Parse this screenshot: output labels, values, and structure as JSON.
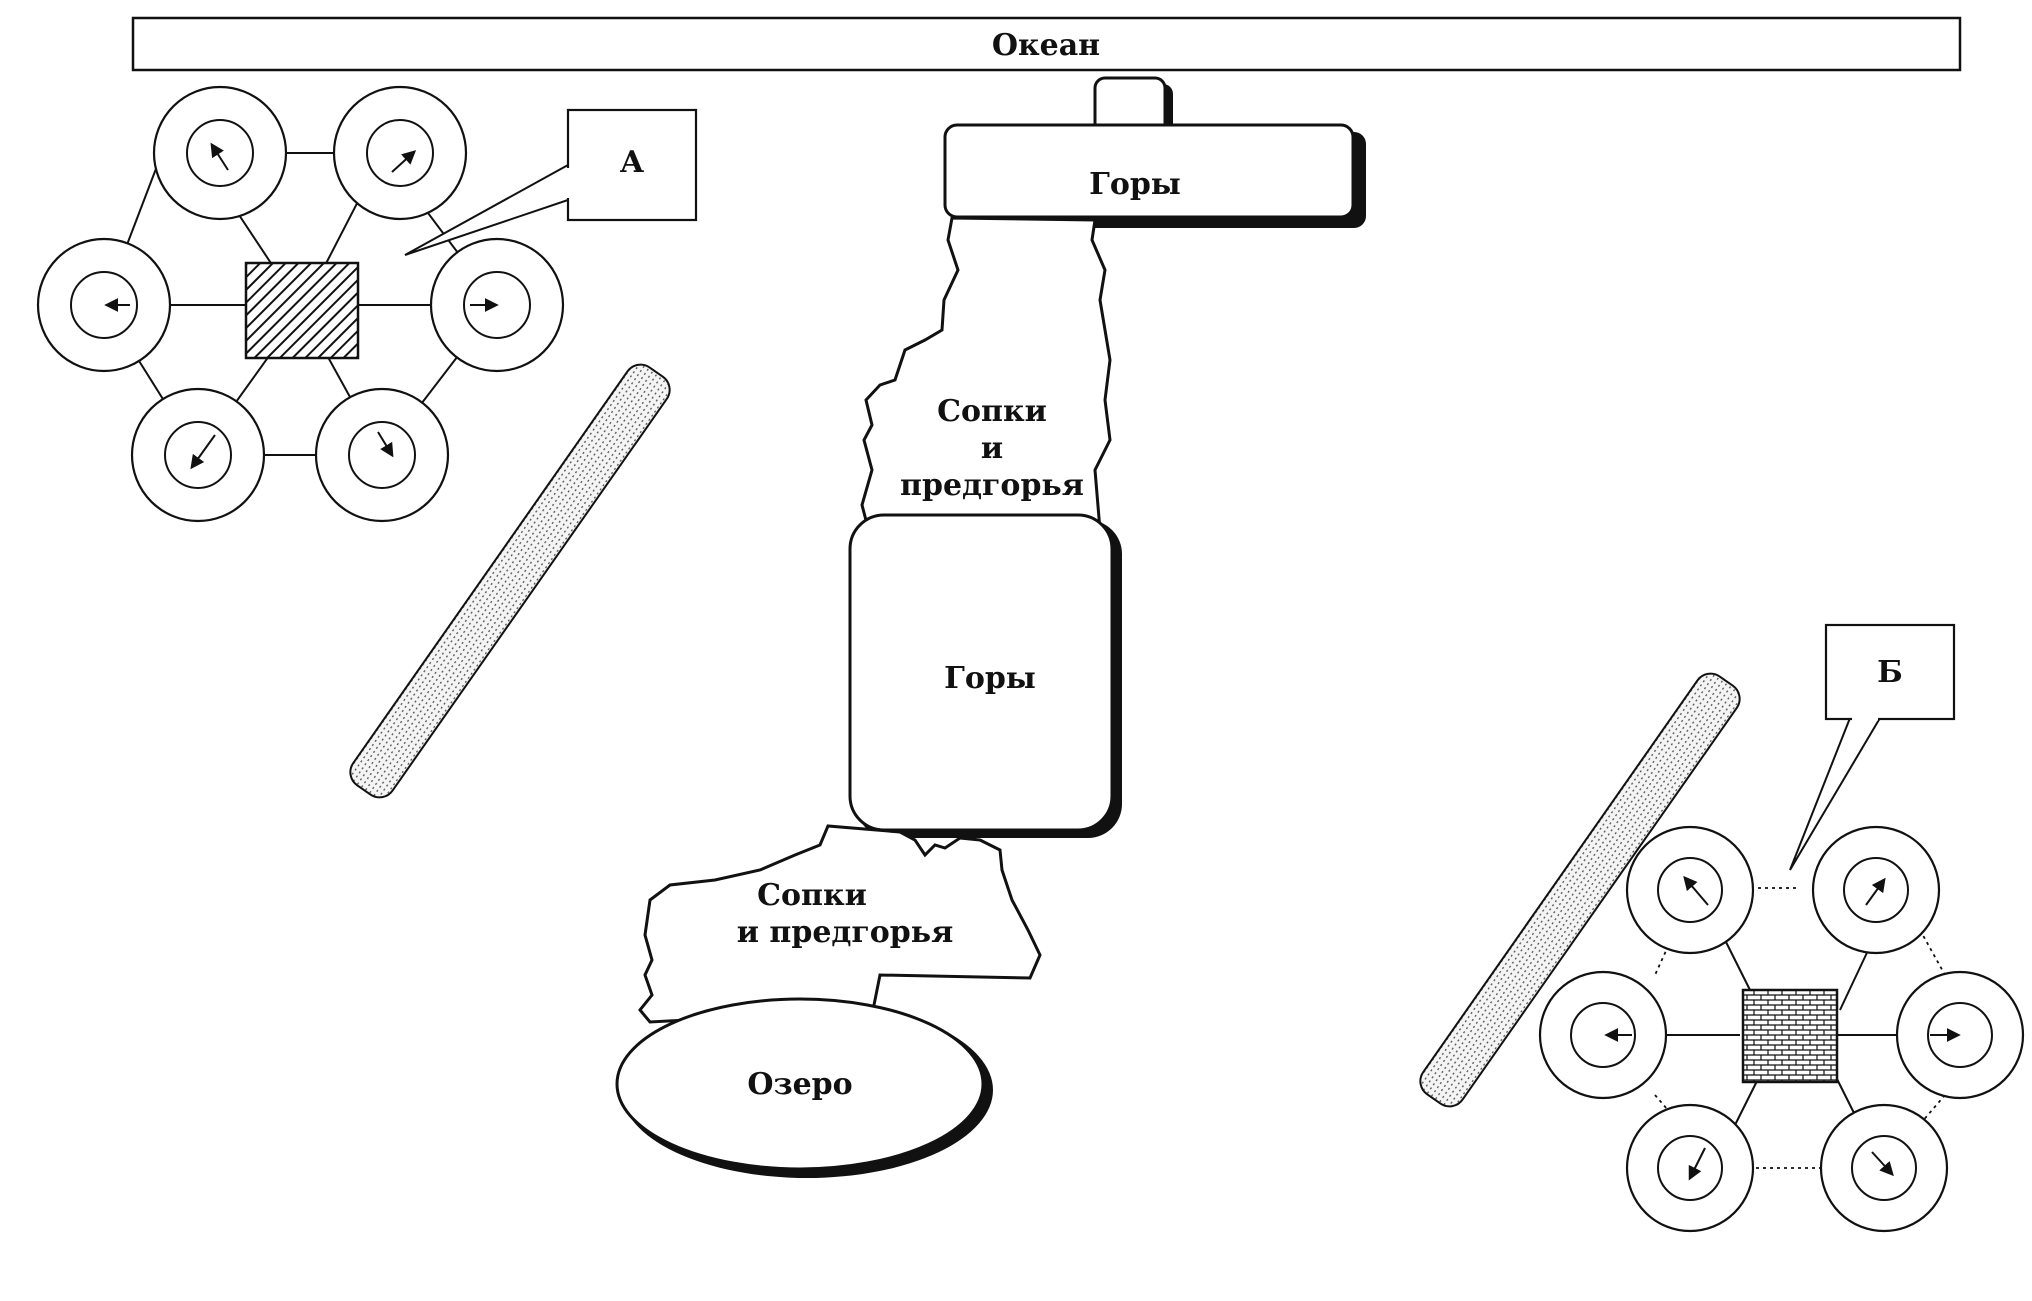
{
  "labels": {
    "ocean": "Океан",
    "mountains_top": "Горы",
    "hills_1_line1": "Сопки",
    "hills_1_line2": "и",
    "hills_1_line3": "предгорья",
    "mountains_middle": "Горы",
    "hills_2_line1": "Сопки",
    "hills_2_line2": "и предгорья",
    "lake": "Озеро",
    "callout_a": "А",
    "callout_b": "Б"
  }
}
